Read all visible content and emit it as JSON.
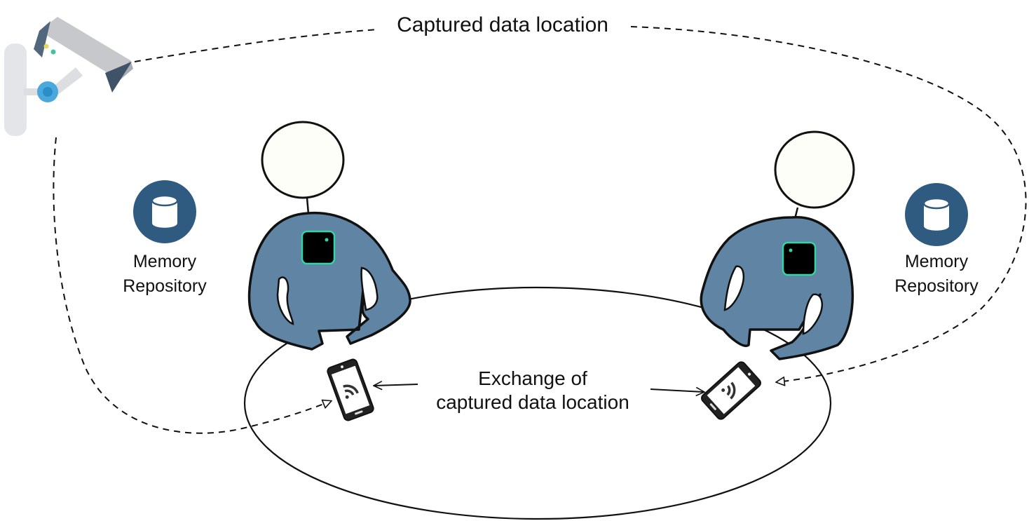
{
  "labels": {
    "top": "Captured data location",
    "memory_left_line1": "Memory",
    "memory_left_line2": "Repository",
    "memory_right_line1": "Memory",
    "memory_right_line2": "Repository",
    "exchange_line1": "Exchange of",
    "exchange_line2": "captured data location"
  },
  "colors": {
    "shirt": "#5f84a4",
    "repository_badge": "#2f5b80",
    "device_glow": "#2fd6a6",
    "camera_body": "#c6c8cb",
    "camera_lens_ring": "#4aa8dc",
    "table_line": "#111111"
  },
  "icons": {
    "camera": "security-camera-icon",
    "repository": "database-icon",
    "phone": "phone-wifi-icon",
    "wearable": "wearable-camera-icon"
  }
}
